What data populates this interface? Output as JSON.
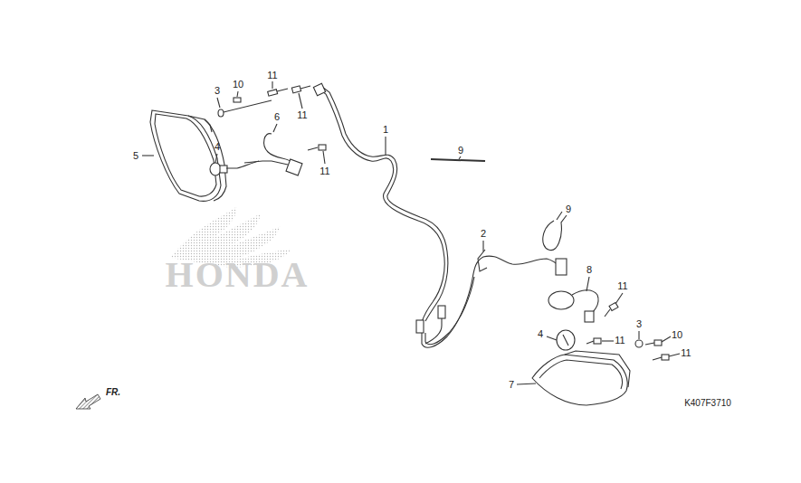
{
  "diagram": {
    "labels": [
      "3",
      "10",
      "11",
      "11",
      "6",
      "4",
      "5",
      "11",
      "1",
      "9",
      "9",
      "2",
      "8",
      "11",
      "4",
      "11",
      "3",
      "10",
      "11",
      "7",
      "HONDA",
      "FR.",
      "K407F3710"
    ]
  }
}
